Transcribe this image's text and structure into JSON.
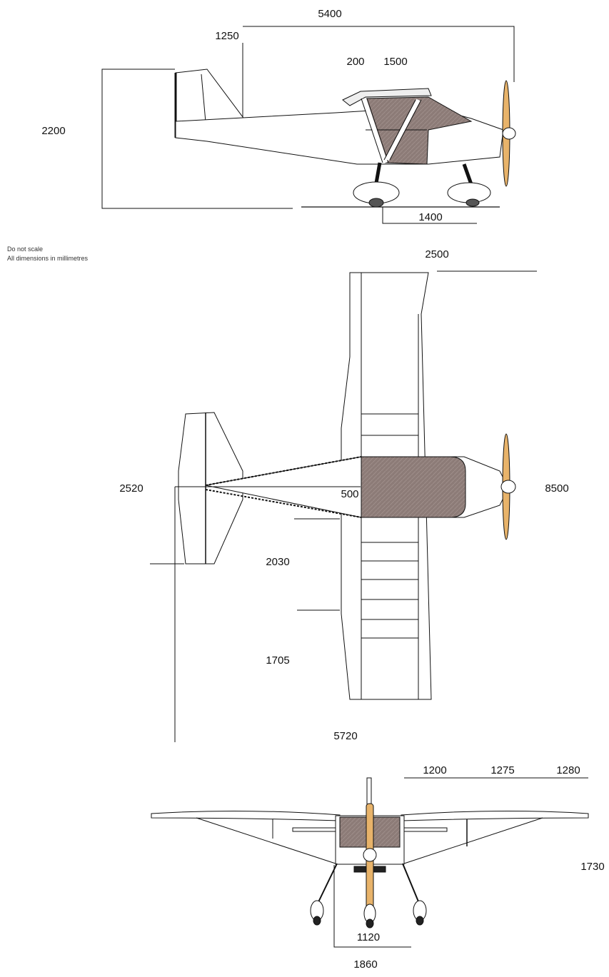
{
  "colors": {
    "line": "#111111",
    "cabin": "#8c7b77",
    "propeller": "#e8b36a",
    "paper": "#ffffff"
  },
  "note": {
    "line1": "Do not scale",
    "line2": "All dimensions in millimetres"
  },
  "side_view": {
    "overall_length": "5400",
    "tail_span": "1250",
    "height": "2200",
    "dim_a": "200",
    "dim_b": "1500",
    "wheelbase": "1400"
  },
  "top_view": {
    "span_top": "2500",
    "length": "8500",
    "tail_span": "2520",
    "fuselage": "500",
    "wing_a": "2030",
    "wing_b": "1705",
    "wing_root": "5720"
  },
  "front_view": {
    "dim_a": "1200",
    "dim_b": "1275",
    "dim_c": "1280",
    "height": "1730",
    "track_inner": "1120",
    "track_outer": "1860"
  }
}
